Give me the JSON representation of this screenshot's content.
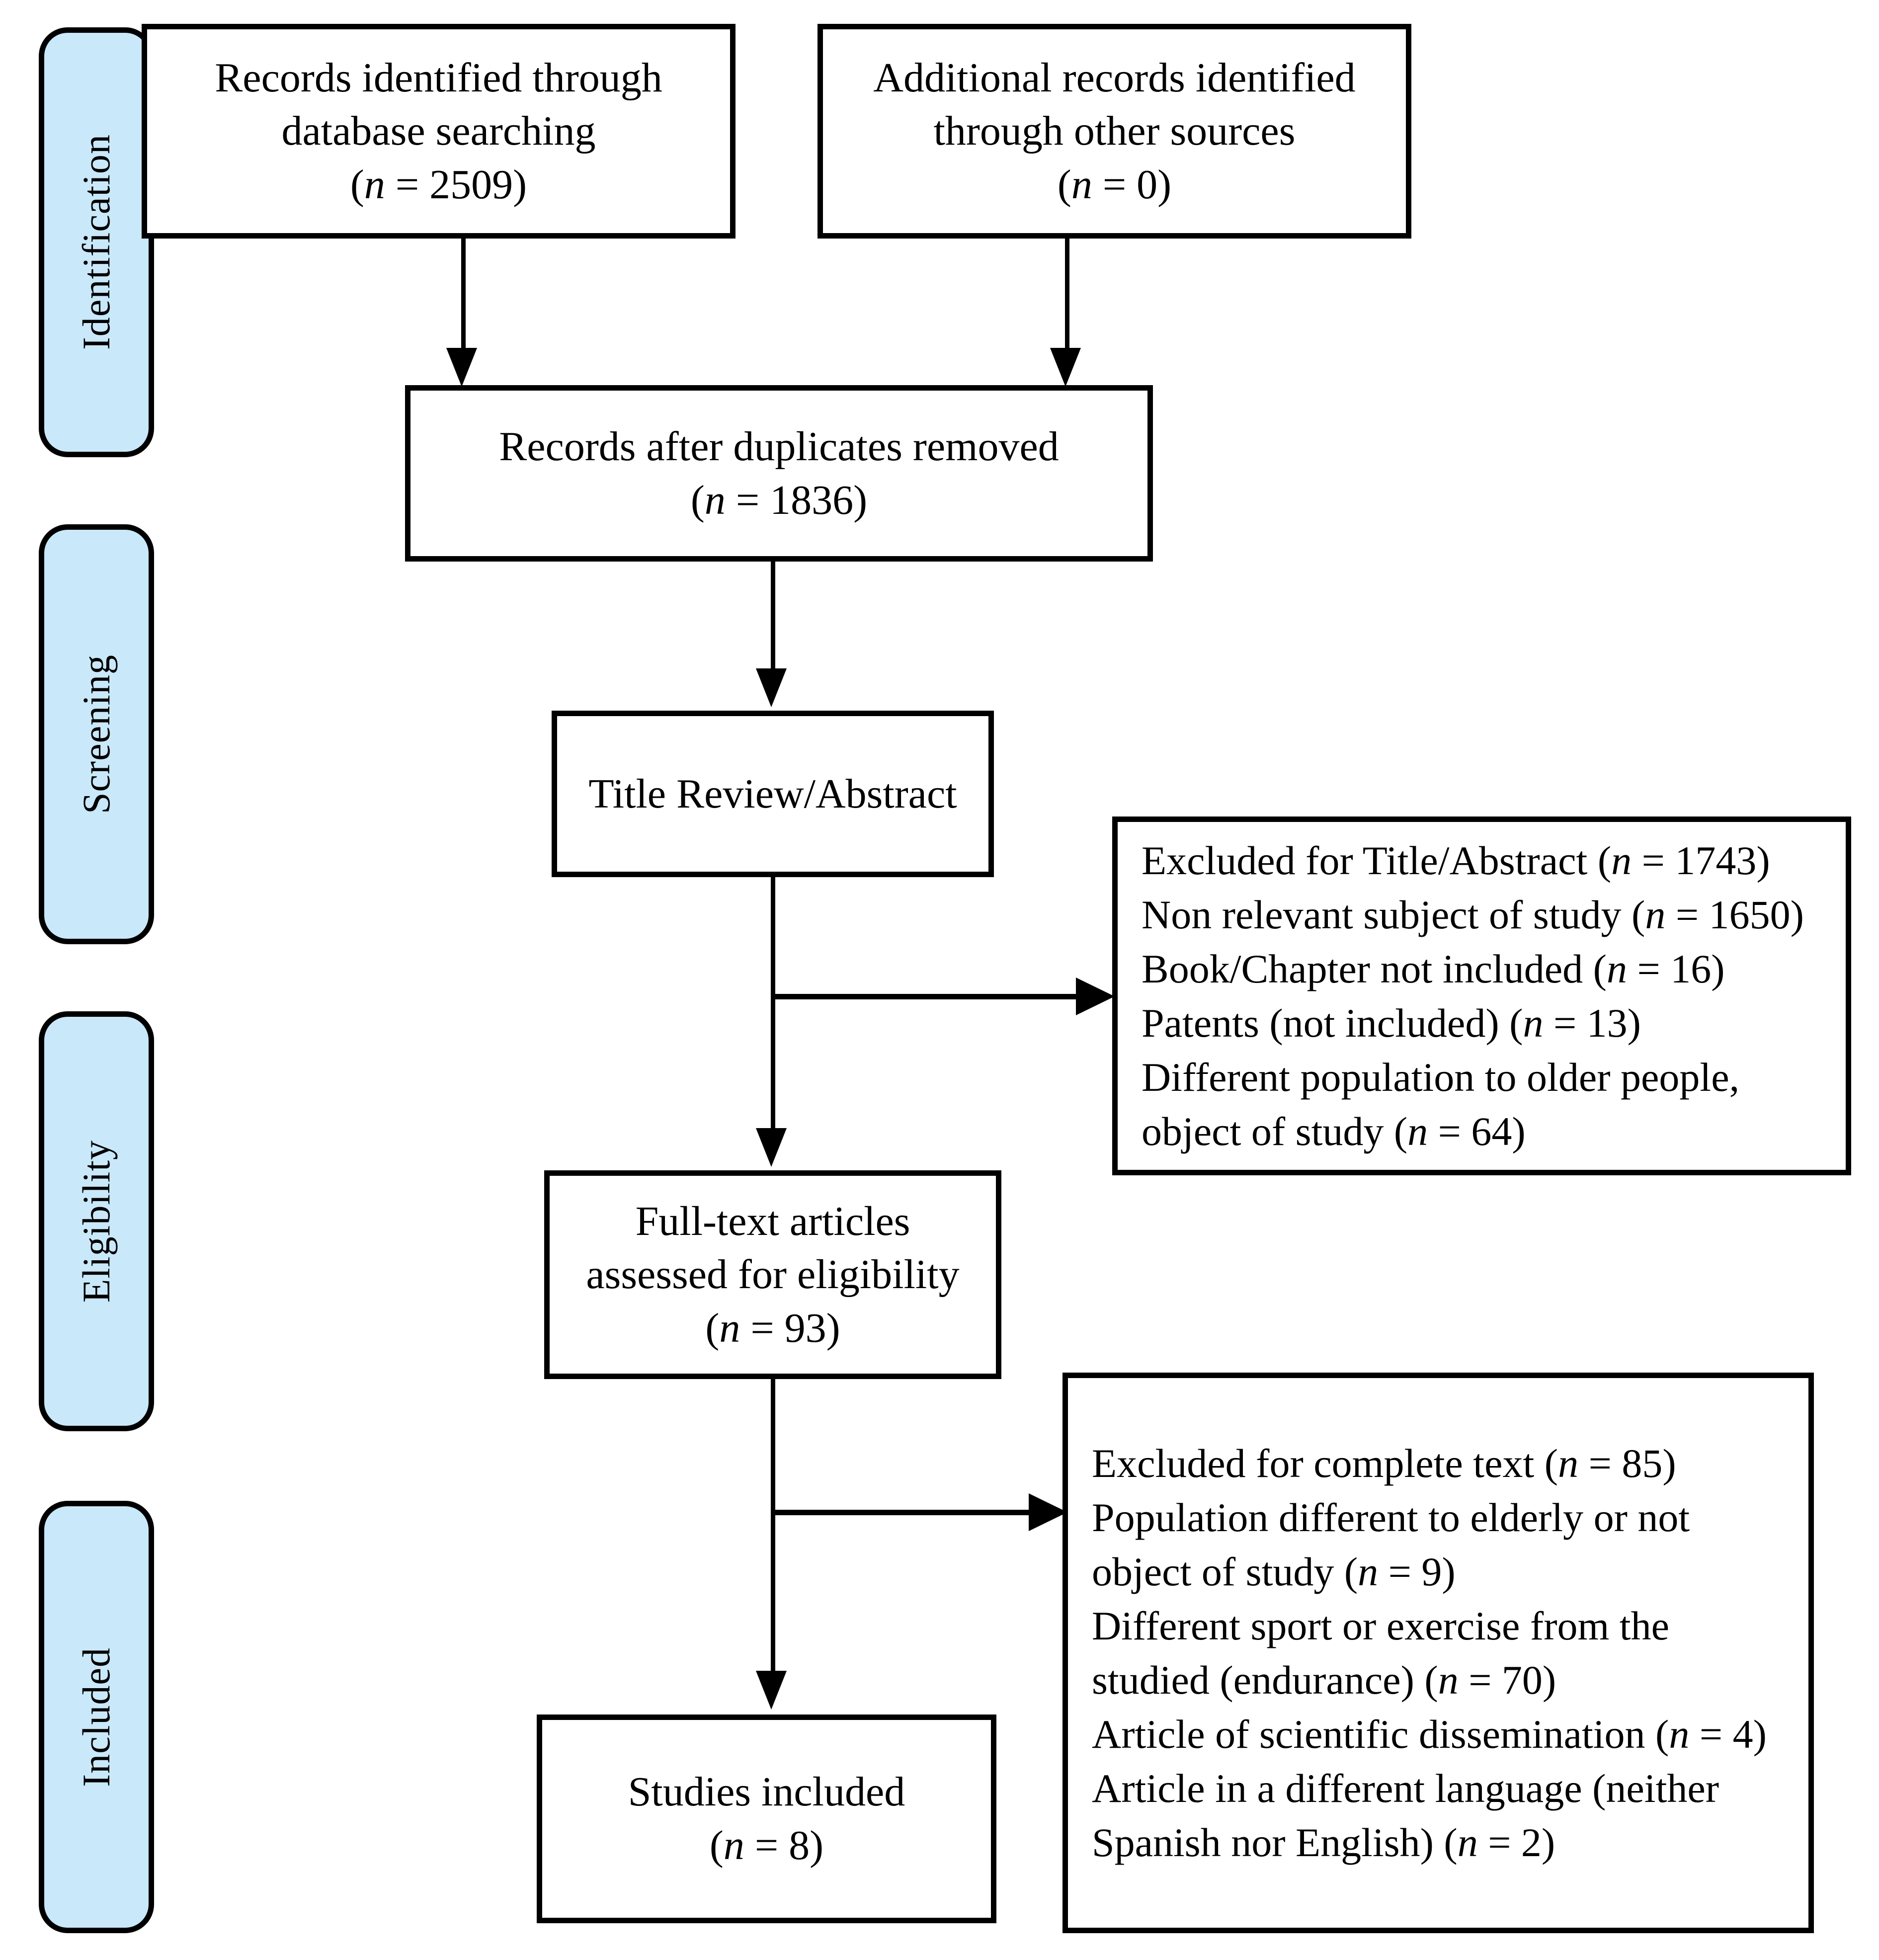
{
  "diagram": {
    "type": "prisma-flow-diagram",
    "stages": [
      {
        "id": "identification",
        "label": "Identification"
      },
      {
        "id": "screening",
        "label": "Screening"
      },
      {
        "id": "eligibility",
        "label": "Eligibility"
      },
      {
        "id": "included",
        "label": "Included"
      }
    ],
    "boxes": {
      "database_records": {
        "line1": "Records identified through",
        "line2": "database searching",
        "count_label": "(n = 2509)",
        "n": 2509
      },
      "other_records": {
        "line1": "Additional records identified",
        "line2": "through other sources",
        "count_label": "(n = 0)",
        "n": 0
      },
      "after_duplicates": {
        "line1": "Records after duplicates removed",
        "count_label": "(n = 1836)",
        "n": 1836
      },
      "title_abstract": {
        "line1": "Title Review/Abstract"
      },
      "full_text": {
        "line1": "Full-text articles",
        "line2": "assessed for eligibility",
        "count_label": "(n = 93)",
        "n": 93
      },
      "studies_included": {
        "line1": "Studies included",
        "count_label": "(n = 8)",
        "n": 8
      }
    },
    "exclusions": {
      "screening": {
        "lines": [
          {
            "text": "Excluded for Title/Abstract (n = 1743)",
            "n": 1743
          },
          {
            "text": "Non relevant subject of study (n = 1650)",
            "n": 1650
          },
          {
            "text": "Book/Chapter not included (n = 16)",
            "n": 16
          },
          {
            "text": "Patents (not included) (n = 13)",
            "n": 13
          },
          {
            "text": "Different population to older people, object of study (n = 64)",
            "n": 64
          }
        ]
      },
      "eligibility": {
        "lines": [
          {
            "text": "Excluded for complete text (n = 85)",
            "n": 85
          },
          {
            "text": "Population different to elderly or not object of study (n = 9)",
            "n": 9
          },
          {
            "text": "Different sport or exercise from the studied (endurance) (n = 70)",
            "n": 70
          },
          {
            "text": "Article of scientific dissemination (n = 4)",
            "n": 4
          },
          {
            "text": "Article in a different language (neither Spanish nor English) (n = 2)",
            "n": 2
          }
        ]
      }
    },
    "colors": {
      "stage_pill_fill": "#c9e8fa",
      "stroke": "#000000",
      "box_fill": "#ffffff"
    }
  }
}
